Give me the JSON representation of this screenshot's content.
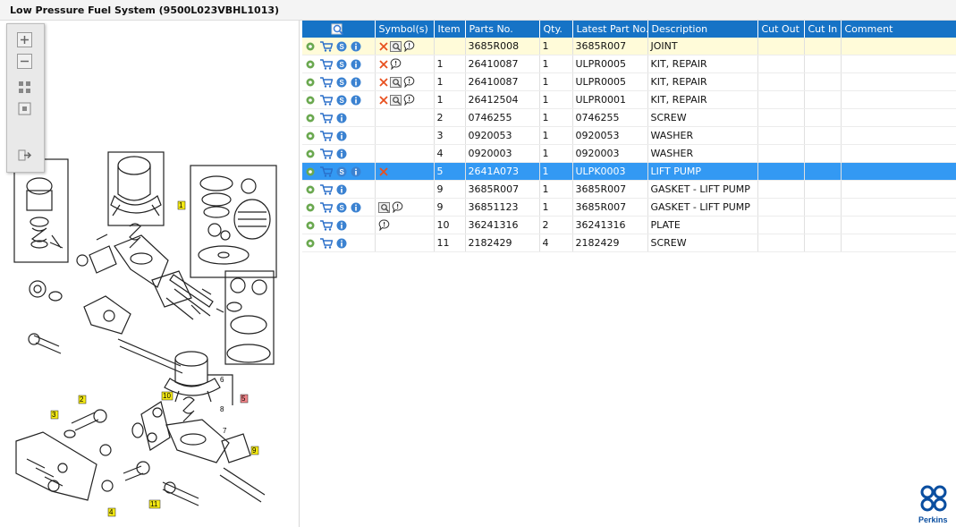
{
  "window": {
    "title": "Low Pressure Fuel System (9500L023VBHL1013)"
  },
  "toolbar": {
    "zoom_in_icon": "plus-icon",
    "zoom_out_icon": "minus-icon",
    "fit_icon": "fit-icon",
    "actual_icon": "square-icon",
    "export_icon": "export-icon"
  },
  "table": {
    "headers": [
      "",
      "Symbol(s)",
      "Item",
      "Parts No.",
      "Qty.",
      "Latest Part No.",
      "Description",
      "Cut Out",
      "Cut In",
      "Comment"
    ],
    "rows": [
      {
        "symbols": [
          "cross",
          "note",
          "comment"
        ],
        "item": "",
        "part": "3685R008",
        "qty": "1",
        "latest": "3685R007",
        "desc": "JOINT",
        "state": "yellow",
        "s": true
      },
      {
        "symbols": [
          "cross",
          "comment"
        ],
        "item": "1",
        "part": "26410087",
        "qty": "1",
        "latest": "ULPR0005",
        "desc": "KIT, REPAIR",
        "state": "",
        "s": true
      },
      {
        "symbols": [
          "cross",
          "note",
          "comment"
        ],
        "item": "1",
        "part": "26410087",
        "qty": "1",
        "latest": "ULPR0005",
        "desc": "KIT, REPAIR",
        "state": "",
        "s": true
      },
      {
        "symbols": [
          "cross",
          "note",
          "comment"
        ],
        "item": "1",
        "part": "26412504",
        "qty": "1",
        "latest": "ULPR0001",
        "desc": "KIT, REPAIR",
        "state": "",
        "s": true
      },
      {
        "symbols": [],
        "item": "2",
        "part": "0746255",
        "qty": "1",
        "latest": "0746255",
        "desc": "SCREW",
        "state": "",
        "s": false
      },
      {
        "symbols": [],
        "item": "3",
        "part": "0920053",
        "qty": "1",
        "latest": "0920053",
        "desc": "WASHER",
        "state": "",
        "s": false
      },
      {
        "symbols": [],
        "item": "4",
        "part": "0920003",
        "qty": "1",
        "latest": "0920003",
        "desc": "WASHER",
        "state": "",
        "s": false
      },
      {
        "symbols": [
          "cross"
        ],
        "item": "5",
        "part": "2641A073",
        "qty": "1",
        "latest": "ULPK0003",
        "desc": "LIFT PUMP",
        "state": "sel",
        "s": true
      },
      {
        "symbols": [],
        "item": "9",
        "part": "3685R007",
        "qty": "1",
        "latest": "3685R007",
        "desc": "GASKET - LIFT PUMP",
        "state": "",
        "s": false
      },
      {
        "symbols": [
          "note",
          "comment"
        ],
        "item": "9",
        "part": "36851123",
        "qty": "1",
        "latest": "3685R007",
        "desc": "GASKET - LIFT PUMP",
        "state": "",
        "s": true
      },
      {
        "symbols": [
          "comment"
        ],
        "item": "10",
        "part": "36241316",
        "qty": "2",
        "latest": "36241316",
        "desc": "PLATE",
        "state": "",
        "s": false
      },
      {
        "symbols": [],
        "item": "11",
        "part": "2182429",
        "qty": "4",
        "latest": "2182429",
        "desc": "SCREW",
        "state": "",
        "s": false
      }
    ]
  },
  "callouts": [
    "1",
    "2",
    "3",
    "4",
    "5",
    "6",
    "7",
    "8",
    "9",
    "10",
    "11"
  ],
  "logo": {
    "text": "Perkins"
  },
  "colors": {
    "header": "#1673c6",
    "selected": "#3399f3",
    "highlight_row": "#fffbd9"
  }
}
